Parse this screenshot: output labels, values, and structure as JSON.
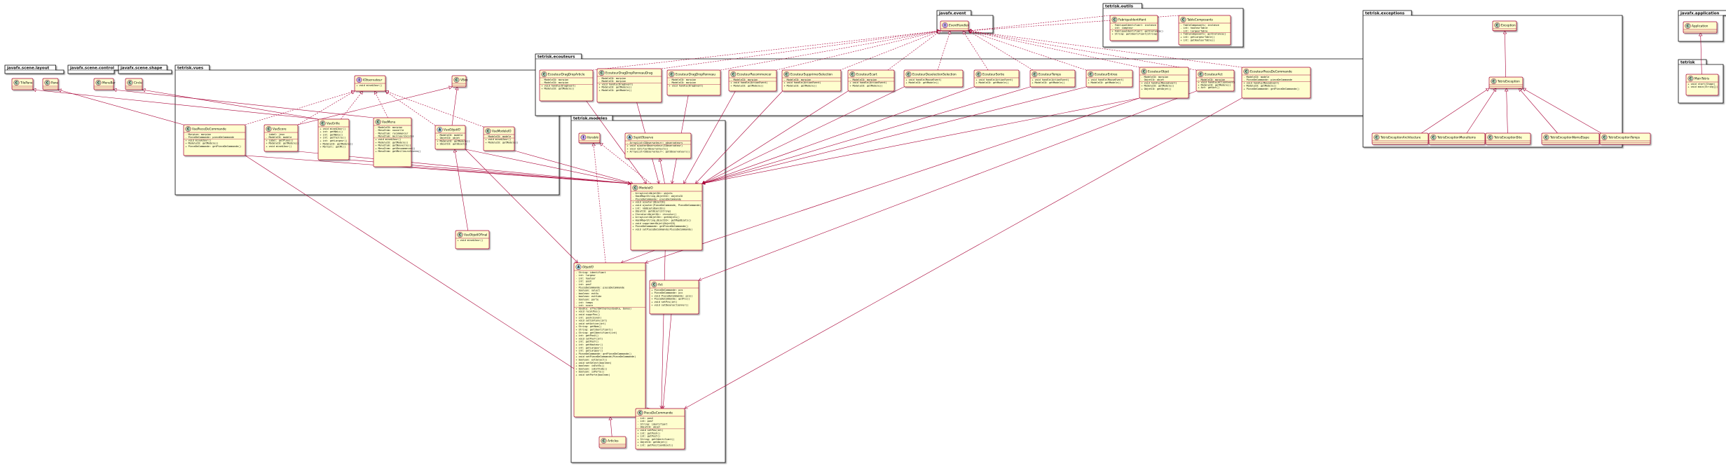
{
  "colors": {
    "class_fill": "#FEFECE",
    "class_border": "#A80036",
    "package_fill": "#FFFFFF",
    "package_border": "#000000",
    "relation_line": "#A80036",
    "circle_class": "#ADD1B2",
    "circle_interface": "#B4A7E5",
    "circle_abstract": "#A9DCDF",
    "circle_enum": "#EB937F"
  },
  "packages": [
    {
      "id": "javafx_scene_layout",
      "name": "javafx.scene.layout"
    },
    {
      "id": "javafx_scene_control",
      "name": "javafx.scene.control"
    },
    {
      "id": "javafx_scene_shape",
      "name": "javafx.scene.shape"
    },
    {
      "id": "tetris_vues",
      "name": "tetrisk.vues"
    },
    {
      "id": "javafx_event",
      "name": "javafx.event"
    },
    {
      "id": "tetris_outils",
      "name": "tetrisk.outils"
    },
    {
      "id": "tetris_ecouteurs",
      "name": "tetrisk.ecouteurs"
    },
    {
      "id": "tetris_modeles",
      "name": "tetrisk.modeles"
    },
    {
      "id": "tetris_exceptions",
      "name": "tetrisk.exceptions"
    },
    {
      "id": "javafx_application",
      "name": "javafx.application"
    },
    {
      "id": "tetris",
      "name": "tetrisk"
    }
  ],
  "classes": [
    {
      "id": "TilePane",
      "name": "TilePane",
      "kind": "class",
      "members": []
    },
    {
      "id": "Pane",
      "name": "Pane",
      "kind": "class",
      "members": []
    },
    {
      "id": "MenuBar",
      "name": "MenuBar",
      "kind": "class",
      "members": []
    },
    {
      "id": "Circle",
      "name": "Circle",
      "kind": "class",
      "members": []
    },
    {
      "id": "IObservateur",
      "name": "IObservateur",
      "kind": "interface",
      "members": [
        "+ void miseAJour()"
      ]
    },
    {
      "id": "VBox",
      "name": "VBox",
      "kind": "class",
      "members": []
    },
    {
      "id": "VuePieceDeCommande",
      "name": "VuePieceDeCommande",
      "kind": "class",
      "members": [
        "- Morpion: morpion",
        "- PieceDeCommande: pieceDeCommande",
        "+ void miseAJour()",
        "+ ModeleIO: getModele()",
        "+ PieceDeCommande: getPieceDeCommande()"
      ]
    },
    {
      "id": "VueScore",
      "name": "VueScore",
      "kind": "class",
      "members": [
        "- Label: jeux",
        "- ModeleIO: modele",
        "+ Label: getPlays()",
        "+ ModeleIO: getModele()",
        "+ void miseAJour()"
      ]
    },
    {
      "id": "VueGrille",
      "name": "VueGrille",
      "kind": "class",
      "members": [
        "+ void miseAJour()",
        "+ int: getNbLi()",
        "+ int: getNbCo()",
        "+ int: getTaille()",
        "+ int: getLargeur()",
        "+ ModeleIO: getModele()",
        "+ MorCell: getMC()"
      ]
    },
    {
      "id": "VueMenu",
      "name": "VueMenu",
      "kind": "class",
      "members": [
        "- ModeleIO: morpion",
        "- MenuItem: nouvelle",
        "- MenuItem: recommencer",
        "- MenuItem: meilleursScores",
        "+ void miseAJour()",
        "+ ModeleIO: getModele()",
        "+ MenuItem: getNouvelle()",
        "+ MenuItem: getRecommencer()",
        "+ MenuItem: getMeilleursScores()"
      ]
    },
    {
      "id": "VueObjetIO",
      "name": "VueObjetIO",
      "kind": "abstract",
      "members": [
        "- ModeleIO: modele",
        "- ObjetIO: objet",
        "+ ModeleIO: getModele()",
        "+ ObjetIO: getObjet()"
      ]
    },
    {
      "id": "VueModeleIO",
      "name": "VueModeleIO",
      "kind": "class",
      "members": [
        "- ModeleIO: modele",
        "+ void miseAJour()",
        "+ ModeleIO: getModele()"
      ]
    },
    {
      "id": "VueObjetIOFinal",
      "name": "VueObjetIOFinal",
      "kind": "class",
      "members": [
        "+ void miseAJour()"
      ]
    },
    {
      "id": "EventHandler",
      "name": "EventHandler",
      "kind": "interface",
      "members": []
    },
    {
      "id": "FabriqueIdentifiant",
      "name": "FabriqueIdentifiant",
      "kind": "class",
      "members": [
        "- FabriqueIdentifiant: instance",
        "- int: compteur",
        "+ FabriqueIdentifiant: getInstance()",
        "+ String: getIdentifiant(String)"
      ]
    },
    {
      "id": "TableComposants",
      "name": "TableComposants",
      "kind": "class",
      "members": [
        "- TableComposants: instance",
        "- int: hauteurTable",
        "- int: largeurTable",
        "+ TableComposants: getInstance()",
        "+ int: getLargeurTable()",
        "+ int: getHauteurTable()"
      ]
    },
    {
      "id": "EcouteurDragDropArticle",
      "name": "EcouteurDragDropArticle",
      "kind": "class",
      "members": [
        "- ModeleIO: morpion",
        "- ModeleIO: morpion",
        "+ void handle(DragEvent)",
        "+ ModeleIO: getModele()"
      ]
    },
    {
      "id": "EcouteurDragDropPanneauDrag",
      "name": "EcouteurDragDropPanneauDrag",
      "kind": "class",
      "members": [
        "- ModeleIO: morpion",
        "- ModeleIO: morpion",
        "+ void handle(DragEvent)",
        "+ ModeleIO: getModele()",
        "+ ModeleIO: getModele()"
      ]
    },
    {
      "id": "EcouteurDragDropPanneau",
      "name": "EcouteurDragDropPanneau",
      "kind": "class",
      "members": [
        "- ModeleIO: morpion",
        "- ModeleIO: morpion",
        "+ void handle(DragEvent)"
      ]
    },
    {
      "id": "EcouteurRecommencer",
      "name": "EcouteurRecommencer",
      "kind": "class",
      "members": [
        "- ModeleIO: morpion",
        "+ void handle(ActionEvent)",
        "+ ModeleIO: getModele()"
      ]
    },
    {
      "id": "EcouteurSupprimerSelection",
      "name": "EcouteurSupprimerSelection",
      "kind": "class",
      "members": [
        "- ModeleIO: morpion",
        "+ void handle(ActionEvent)",
        "+ ModeleIO: getModele()"
      ]
    },
    {
      "id": "EcouteurEcart",
      "name": "EcouteurEcart",
      "kind": "class",
      "members": [
        "- ModeleIO: morpion",
        "+ void handle(ActionEvent)",
        "+ ModeleIO: getModele()"
      ]
    },
    {
      "id": "EcouteurDeselectionSelection",
      "name": "EcouteurDeselectionSelection",
      "kind": "class",
      "members": [
        "+ void handle(MouseEvent)",
        "+ ModeleIO: getModele()"
      ]
    },
    {
      "id": "EcouteurSortie",
      "name": "EcouteurSortie",
      "kind": "class",
      "members": [
        "+ void handle(ActionEvent)",
        "+ ModeleIO: getModele()"
      ]
    },
    {
      "id": "EcouteurTemps",
      "name": "EcouteurTemps",
      "kind": "class",
      "members": [
        "+ void handle(ActionEvent)",
        "+ ModeleIO: getModele()"
      ]
    },
    {
      "id": "EcouteurEntree",
      "name": "EcouteurEntree",
      "kind": "class",
      "members": [
        "+ void handle(MouseEvent)",
        "+ ModeleIO: getModele()"
      ]
    },
    {
      "id": "EcouteurObjet",
      "name": "EcouteurObjet",
      "kind": "class",
      "members": [
        "- ModeleIO: morpion",
        "- ObjetIO: objet",
        "+ void handle(MouseEvent)",
        "+ ModeleIO: getModele()",
        "+ ObjetIO: getObjet()"
      ]
    },
    {
      "id": "EcouteurAct",
      "name": "EcouteurAct",
      "kind": "class",
      "members": [
        "- ModeleIO: morpion",
        "+ void handle(ActionEvent)",
        "+ ModeleIO: getModele()",
        "+ Act: getAct()"
      ]
    },
    {
      "id": "EcouteurPieceDeCommande",
      "name": "EcouteurPieceDeCommande",
      "kind": "class",
      "members": [
        "- ModeleIO: modele",
        "- PieceDeCommande: pieceDeCommande",
        "+ void handle(MouseEvent)",
        "+ ModeleIO: getModele()",
        "+ PieceDeCommande: getPieceDeCommande()"
      ]
    },
    {
      "id": "Iterable",
      "name": "Iterable",
      "kind": "interface",
      "members": []
    },
    {
      "id": "SujetObserve",
      "name": "SujetObserve",
      "kind": "abstract",
      "members": [
        "- ArrayList<IObservateur>: observateurs",
        "+ void ajouterObservateur(IObservateur)",
        "+ void notifierObservateurs()",
        "+ ArrayList<IObservateur>: getObservateurs()"
      ]
    },
    {
      "id": "ModeleIO",
      "name": "ModeleIO",
      "kind": "class",
      "members": [
        "- ArrayList<ObjetIO>: objets",
        "- HashMap<String,ObjetIO>: objetsIO",
        "- PieceDeCommande: pieceDeCommande",
        "+ void ajouter(ObjetIO)",
        "+ void ajouter(PieceDeCommande, PieceDeCommande)",
        "+ int: nbObjetsDansIO()",
        "+ ObjetIO: getObjet(String)",
        "+ Iterator<ObjetIO>: iterator()",
        "+ ArrayList<ObjetIO>: getObjets()",
        "+ HashMap<String,ObjetIO>: getMapObjets()",
        "+ void supprimerObjet(ObjetIO)",
        "+ PieceDeCommande: getPieceDeCommande()",
        "+ void setPieceDeCommande(PieceDeCommande)"
      ]
    },
    {
      "id": "ObjetIO",
      "name": "ObjetIO",
      "kind": "abstract",
      "members": [
        "- String: identifiant",
        "- int: largeur",
        "- int: hauteur",
        "- int: posX",
        "- int: posY",
        "- PieceDeCommande: pieceDeCommande",
        "- boolean: select",
        "- boolean: estVu",
        "- boolean: estVide",
        "- boolean: porte",
        "- int: temps",
        "- int: score",
        "+ double: effectDAttente(double, bonus)",
        "+ void recalPos()",
        "+ void supprPos()",
        "+ int: posX(Sinon)",
        "+ void setContenu(int)",
        "+ void setActive(int)",
        "+ String: getNom()",
        "+ String: getIdentifiant()",
        "+ String: getIdentifiant(int)",
        "+ int: getPosX()",
        "+ void setPosY(int)",
        "+ int: getPosY()",
        "+ int: getHauteur()",
        "+ int: getLargeur()",
        "+ int: getLargeur()",
        "+ PieceDeCommande: getPieceDeCommande()",
        "+ void setPieceDeCommande(PieceDeCommande)",
        "+ boolean: estSelect()",
        "+ void setSelect(boolean)",
        "+ boolean: isEstVu()",
        "+ boolean: isEstVide()",
        "+ boolean: isPorte()",
        "+ void setPorte(boolean)"
      ]
    },
    {
      "id": "Act",
      "name": "Act",
      "kind": "class",
      "members": [
        "+ PieceDeCommande: pcs",
        "+ PieceDeCommande: pcc",
        "+ void PieceDeCommande: pcs()",
        "+ PieceDeCommande: getPcc()",
        "+ void setPcs(int)",
        "+ void setDeselectionner()"
      ]
    },
    {
      "id": "Articles",
      "name": "Articles",
      "kind": "class",
      "members": []
    },
    {
      "id": "PieceDeCommande",
      "name": "PieceDeCommande",
      "kind": "class",
      "members": [
        "- int: posX",
        "- int: posY",
        "- String: identifiant",
        "- ObjetIO: objet",
        "+ void setPos(int)",
        "+ int: getPosX()",
        "+ int: getPosY()",
        "+ String: getIdentifiant()",
        "+ ObjetIO: getObjet()",
        "+ int: getPositionObjet()"
      ]
    },
    {
      "id": "Exception",
      "name": "Exception",
      "kind": "class",
      "members": []
    },
    {
      "id": "TetrisException",
      "name": "TetrisException",
      "kind": "class",
      "members": []
    },
    {
      "id": "TetrisExceptionArchitecture",
      "name": "TetrisExceptionArchitecture",
      "kind": "class",
      "members": []
    },
    {
      "id": "TetrisExceptionMenuItems",
      "name": "TetrisExceptionMenuItems",
      "kind": "class",
      "members": []
    },
    {
      "id": "TetrisExceptionSite",
      "name": "TetrisExceptionSite",
      "kind": "class",
      "members": []
    },
    {
      "id": "TetrisExceptionNomsEtape",
      "name": "TetrisExceptionNomsEtape",
      "kind": "class",
      "members": []
    },
    {
      "id": "TetrisExceptionTemps",
      "name": "TetrisExceptionTemps",
      "kind": "class",
      "members": []
    },
    {
      "id": "Application",
      "name": "Application",
      "kind": "class",
      "members": []
    },
    {
      "id": "MainTetrisk",
      "name": "MainTetris",
      "kind": "class",
      "members": [
        "+ void start(Stage)",
        "+ void main(String[])"
      ]
    }
  ]
}
